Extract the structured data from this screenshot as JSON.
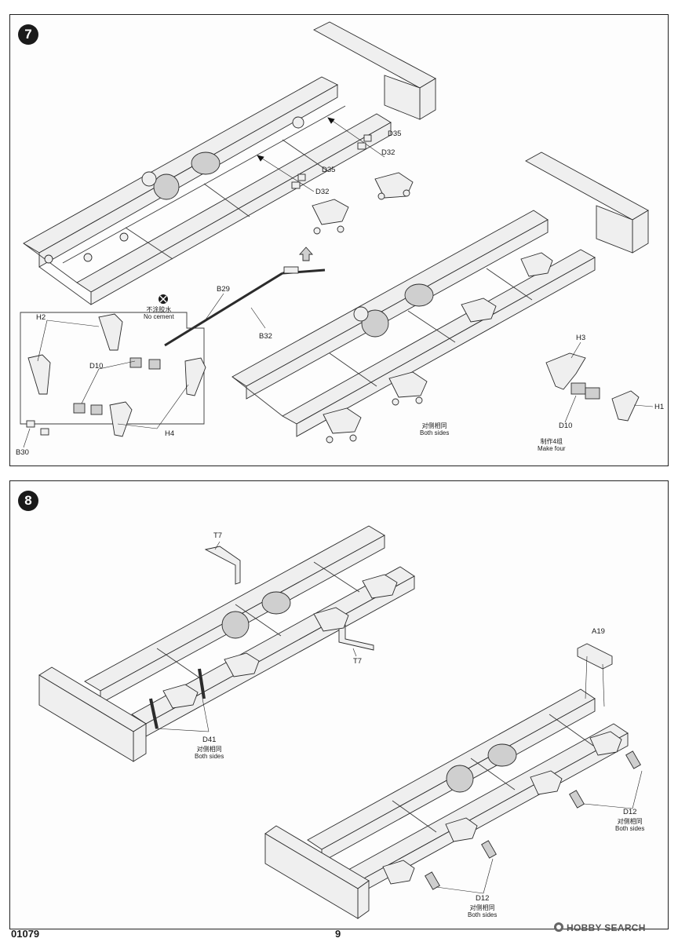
{
  "step7": {
    "number": "7",
    "labels": {
      "d35_a": "D35",
      "d32_a": "D32",
      "d35_b": "D35",
      "d32_b": "D32",
      "b29": "B29",
      "b32": "B32",
      "h2": "H2",
      "d10_left": "D10",
      "h4": "H4",
      "b30": "B30",
      "h3": "H3",
      "d10_right": "D10",
      "h1": "H1"
    },
    "no_cement": {
      "cn": "不涂胶水",
      "en": "No cement"
    },
    "both_sides": {
      "cn": "对侧相同",
      "en": "Both sides"
    },
    "make_four": {
      "cn": "制作4组",
      "en": "Make four"
    },
    "icon": "no-glue-icon"
  },
  "step8": {
    "number": "8",
    "labels": {
      "t7_a": "T7",
      "t7_b": "T7",
      "a19": "A19",
      "d41": "D41",
      "d12_a": "D12",
      "d12_b": "D12"
    },
    "d41_note": {
      "cn": "对侧相同",
      "en": "Both sides"
    },
    "d12a_note": {
      "cn": "对侧相同",
      "en": "Both sides"
    },
    "d12b_note": {
      "cn": "对侧相同",
      "en": "Both sides"
    }
  },
  "footer": {
    "model_number": "01079",
    "page_number": "9",
    "watermark": "HOBBY SEARCH"
  }
}
